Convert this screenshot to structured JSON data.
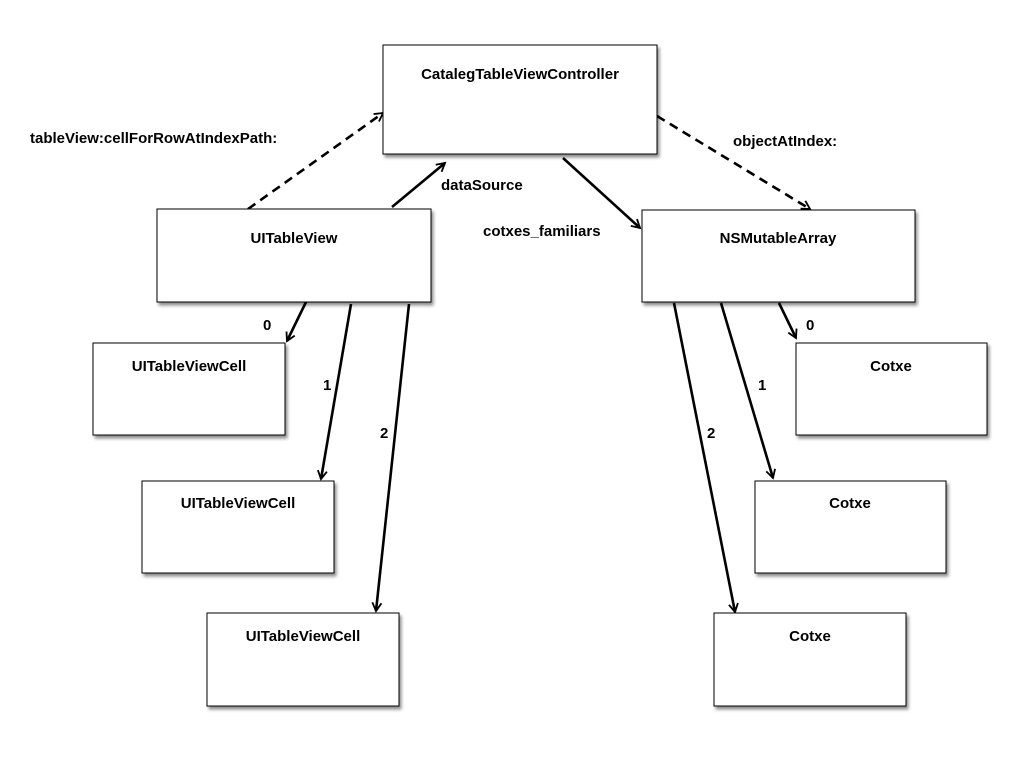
{
  "nodes": {
    "controller": "CatalegTableViewController",
    "table_view": "UITableView",
    "cell_0": "UITableViewCell",
    "cell_1": "UITableViewCell",
    "cell_2": "UITableViewCell",
    "array": "NSMutableArray",
    "cotxe_0": "Cotxe",
    "cotxe_1": "Cotxe",
    "cotxe_2": "Cotxe"
  },
  "edge_labels": {
    "cell_for_row": "tableView:cellForRowAtIndexPath:",
    "object_at_index": "objectAtIndex:",
    "data_source": "dataSource",
    "cotxes_familiars": "cotxes_familiars",
    "table_index_0": "0",
    "table_index_1": "1",
    "table_index_2": "2",
    "array_index_0": "0",
    "array_index_1": "1",
    "array_index_2": "2"
  }
}
